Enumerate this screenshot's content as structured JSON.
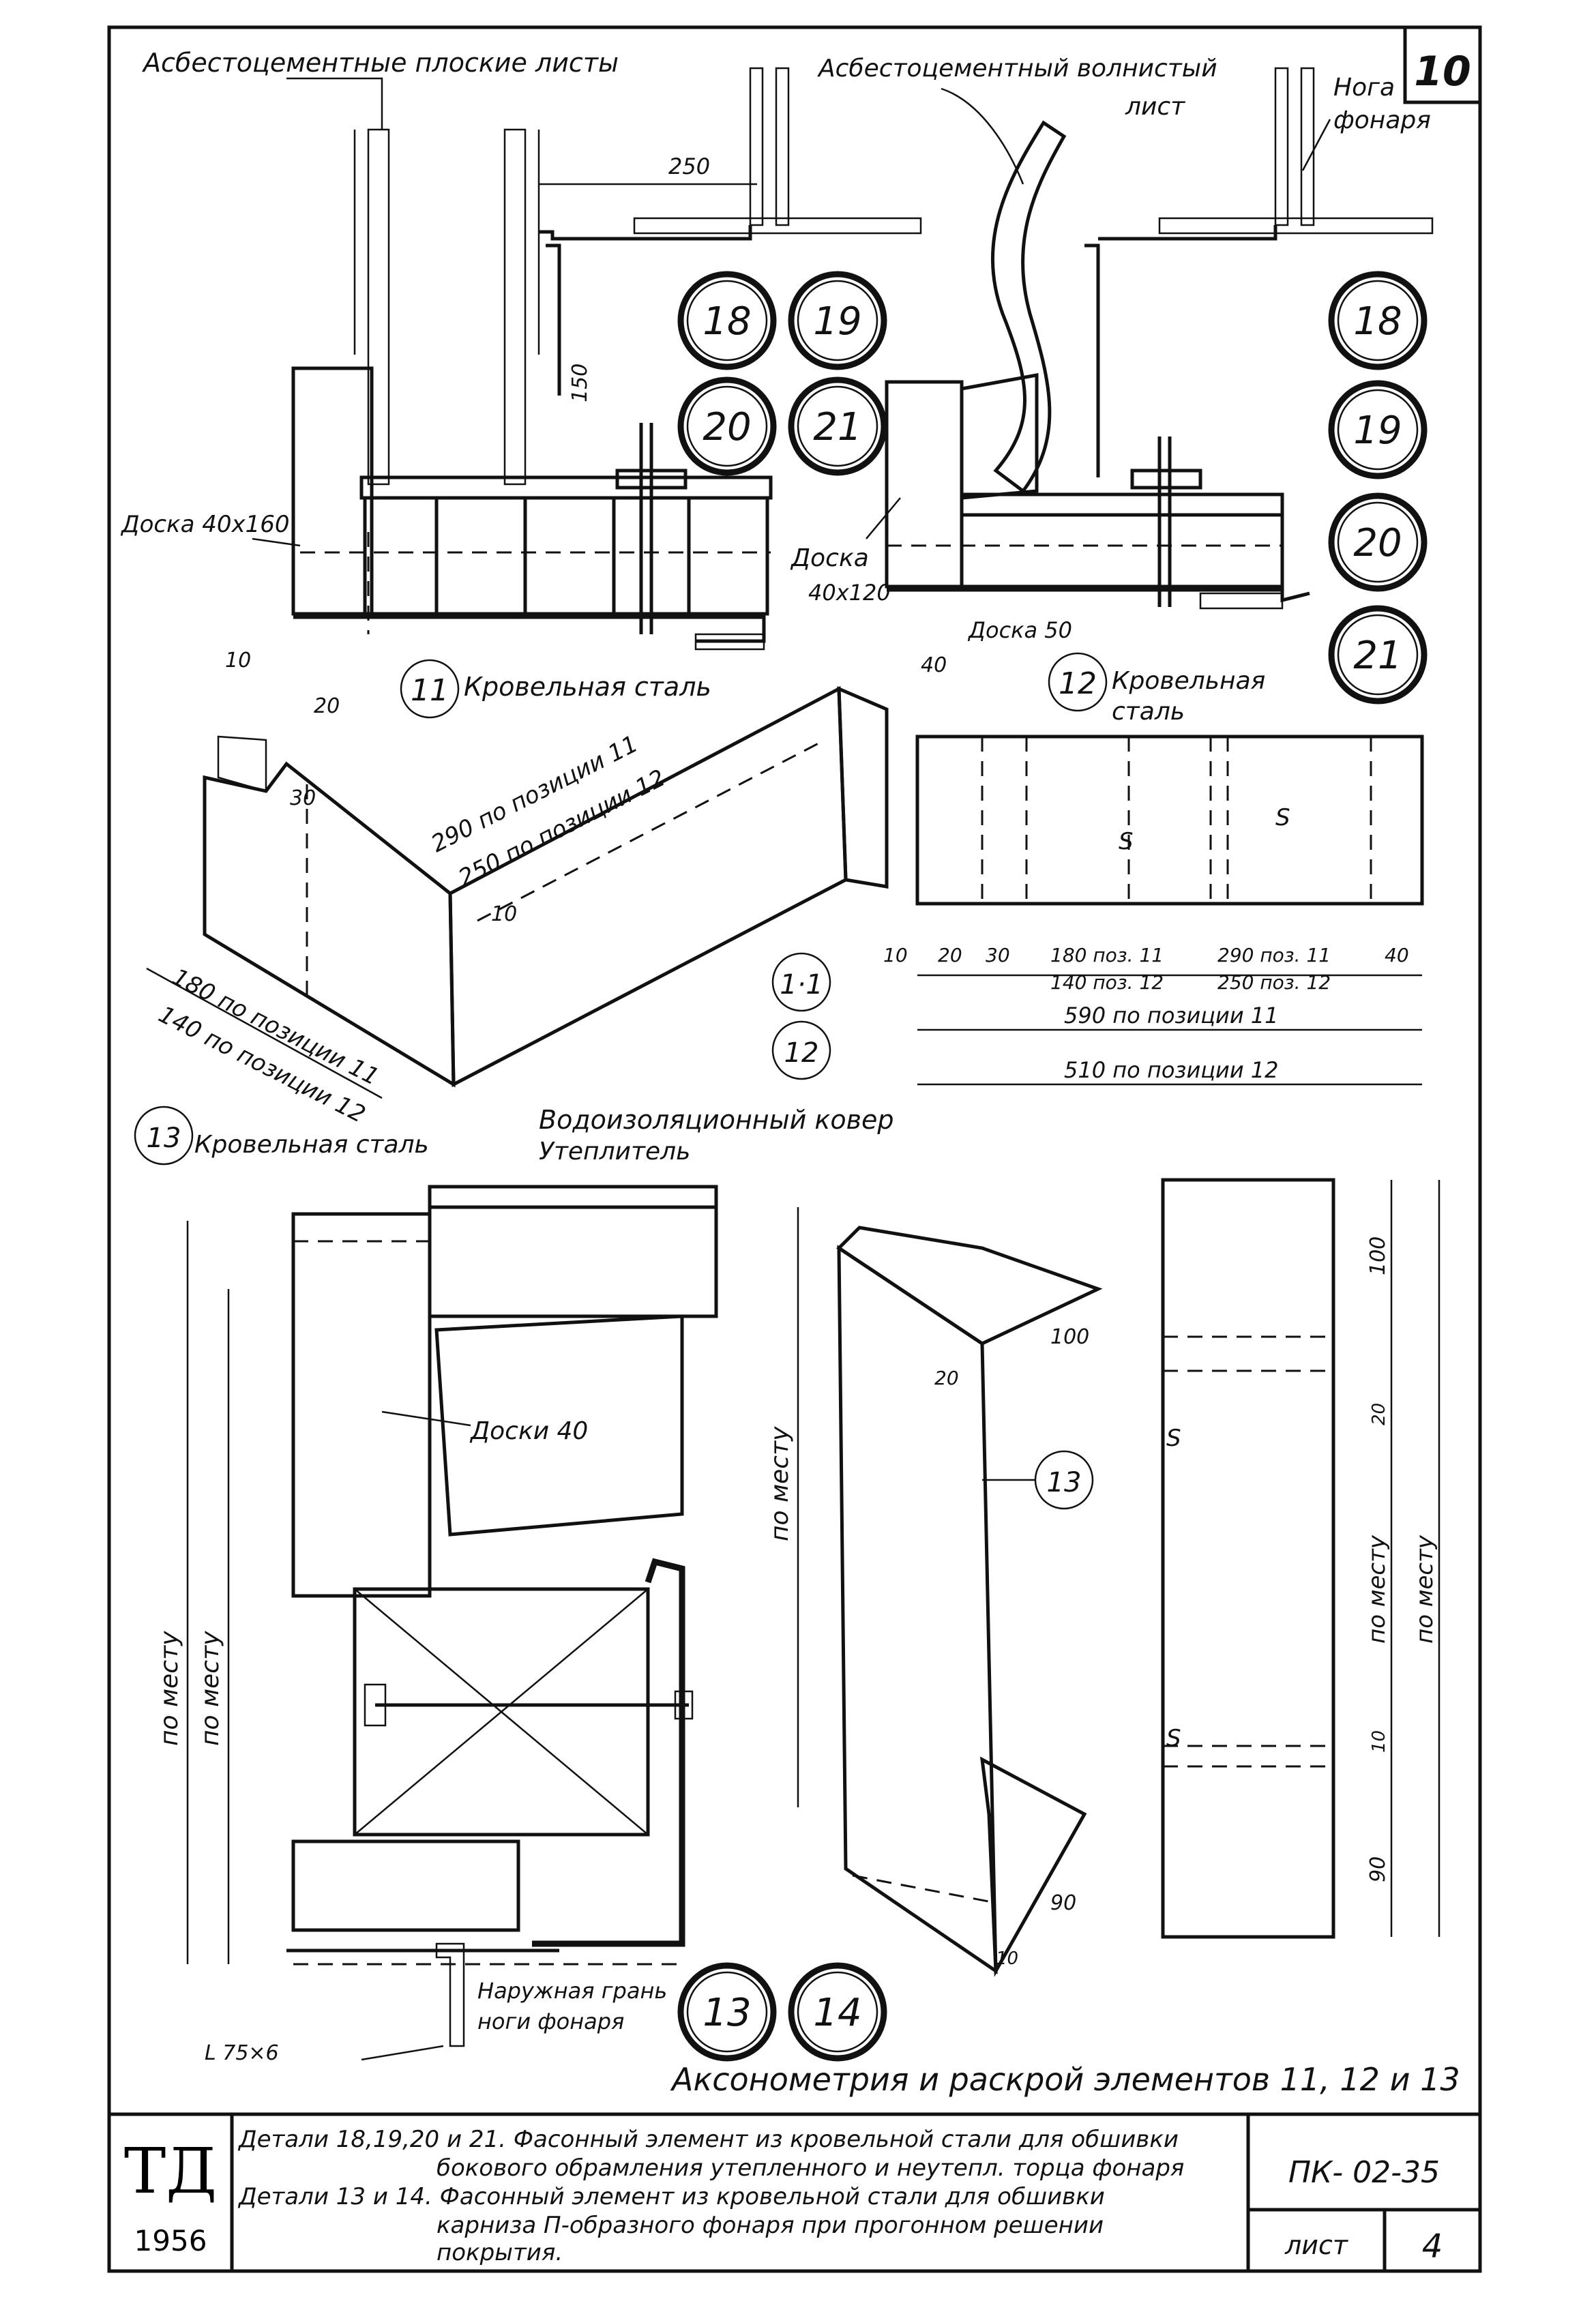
{
  "sheet_number": "10",
  "labels": {
    "asbestos_flat": "Асбестоцементные плоские листы",
    "asbestos_wavy_1": "Асбестоцементный волнистый",
    "asbestos_wavy_2": "лист",
    "noga_1": "Нога",
    "noga_2": "фонаря",
    "doska_40x160": "Доска 40x160",
    "doska_40x120_1": "Доска",
    "doska_40x120_2": "40x120",
    "doska_50": "Доска 50",
    "krov_stal_11": "Кровельная сталь",
    "krov_stal_12_1": "Кровельная",
    "krov_stal_12_2": "сталь",
    "krov_stal_13": "Кровельная сталь",
    "vodoizol": "Водоизоляционный ковер",
    "uteplitel": "Утеплитель",
    "doski_40": "Доски 40",
    "naruzh_1": "Наружная грань",
    "naruzh_2": "ноги фонаря",
    "angle": "L 75×6",
    "po_mestu": "по месту",
    "axon_title": "Аксонометрия и раскрой элементов 11, 12 и 13"
  },
  "dims": {
    "d250": "250",
    "d150": "150",
    "d10": "10",
    "d20": "20",
    "d30": "30",
    "d40": "40",
    "d290_11": "290 по позиции 11",
    "d250_12": "250 по позиции 12",
    "d180_11": "180 по позиции 11",
    "d140_12": "140 по позиции 12",
    "c180": "180 поз. 11",
    "c140": "140 поз. 12",
    "c290": "290 поз. 11",
    "c250": "250 поз. 12",
    "c590": "590  по позиции 11",
    "c510": "510  по позиции 12",
    "d100": "100",
    "d90": "90",
    "s": "S"
  },
  "circles": {
    "c18": "18",
    "c19": "19",
    "c20": "20",
    "c21": "21",
    "c13": "13",
    "c14": "14",
    "p11": "11",
    "p12": "12",
    "p13": "13",
    "p11b": "1·1",
    "p12b": "12"
  },
  "title_block": {
    "logo": "ТД",
    "year": "1956",
    "line1": "Детали 18,19,20 и 21. Фасонный элемент из кровельной стали для обшивки",
    "line2": "бокового обрамления утепленного и неутепл. торца фонаря",
    "line3": "Детали 13 и 14. Фасонный элемент из кровельной стали для обшивки",
    "line4": "карниза П-образного фонаря при прогонном решении",
    "line5": "покрытия.",
    "code": "ПК- 02-35",
    "sheet_label": "лист",
    "sheet": "4"
  }
}
